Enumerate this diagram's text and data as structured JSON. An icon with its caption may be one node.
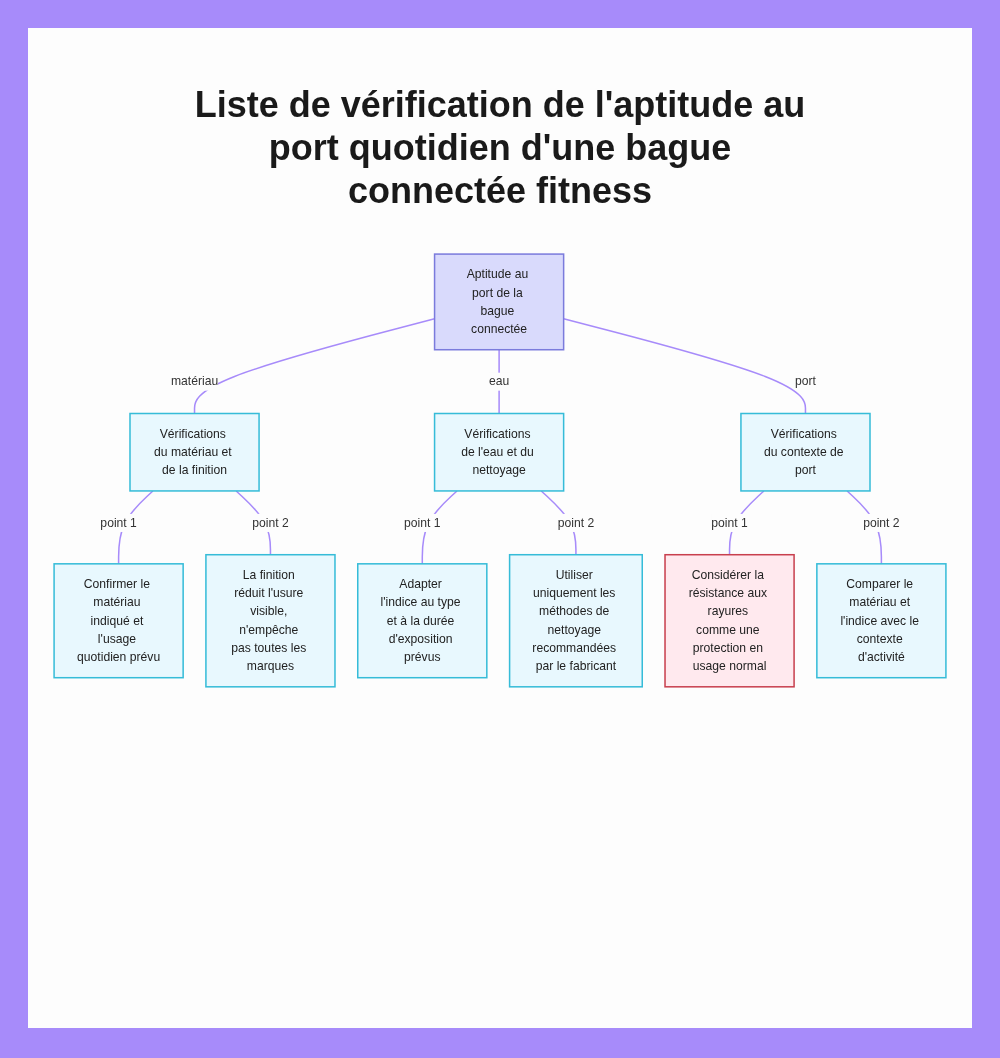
{
  "diagram": {
    "title": "Liste de vérification de l'aptitude au port quotidien d'une bague connectée fitness",
    "nodes": [
      {
        "text": [
          "Aptitude au port de la bague connectée"
        ]
      },
      {
        "text": [
          "Vérifications du matériau et de la finition"
        ]
      },
      {
        "text": [
          "Vérifications de l'eau et du nettoyage"
        ]
      },
      {
        "text": [
          "Vérifications du contexte de port"
        ]
      },
      {
        "text": [
          "Confirmer le matériau indiqué et l'usage quotidien prévu"
        ]
      },
      {
        "text": [
          "La finition réduit l'usure visible, n'empêche pas toutes les marques"
        ]
      },
      {
        "text": [
          "Adapter l'indice au type et à la durée d'exposition prévus"
        ]
      },
      {
        "text": [
          "Utiliser uniquement les méthodes de nettoyage recommandées par le fabricant"
        ]
      },
      {
        "text": [
          "Considérer la résistance aux rayures comme une protection en usage normal"
        ]
      },
      {
        "text": [
          "Comparer le matériau et l'indice avec le contexte d'activité"
        ]
      }
    ],
    "edges": [
      {
        "from": 0,
        "to": 1,
        "arrow": "none",
        "label": "matériau"
      },
      {
        "from": 0,
        "to": 2,
        "arrow": "none",
        "label": "eau"
      },
      {
        "from": 0,
        "to": 3,
        "arrow": "none",
        "label": "port"
      },
      {
        "from": 1,
        "to": 4,
        "arrow": "none",
        "label": "point 1"
      },
      {
        "from": 1,
        "to": 5,
        "arrow": "none",
        "label": "point 2"
      },
      {
        "from": 2,
        "to": 6,
        "arrow": "none",
        "label": "point 1"
      },
      {
        "from": 2,
        "to": 7,
        "arrow": "none",
        "label": "point 2"
      },
      {
        "from": 3,
        "to": 8,
        "arrow": "none",
        "label": "point 1"
      },
      {
        "from": 3,
        "to": 9,
        "arrow": "none",
        "label": "point 2"
      }
    ]
  }
}
